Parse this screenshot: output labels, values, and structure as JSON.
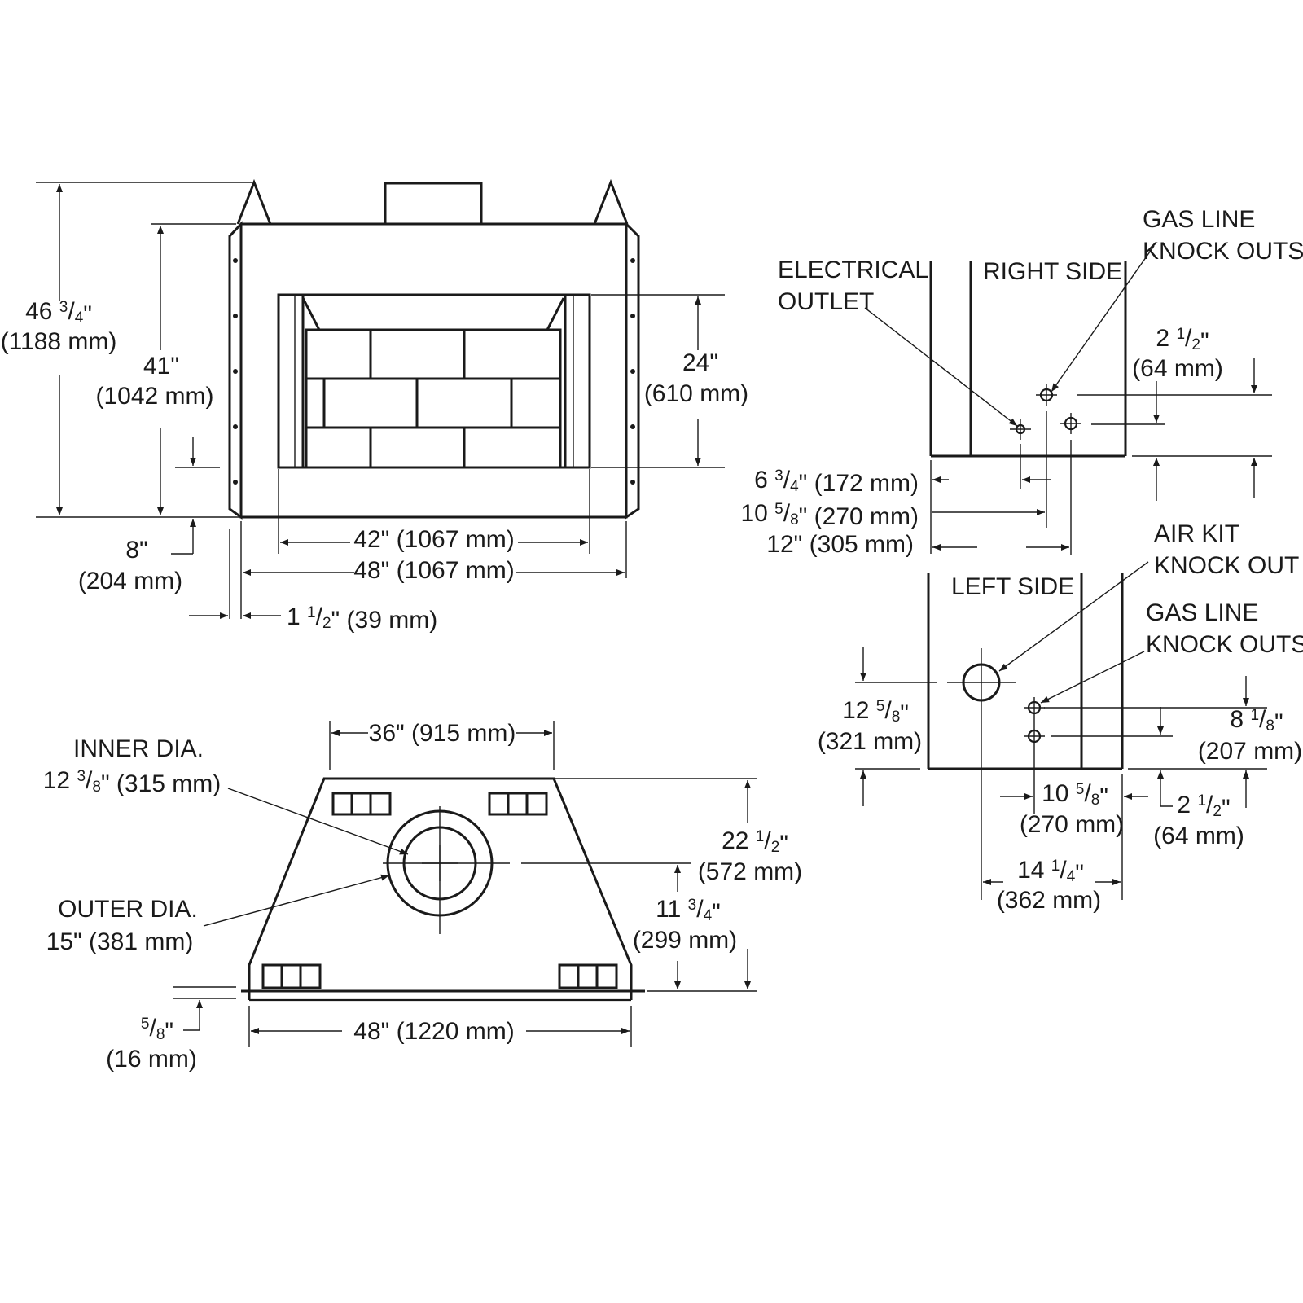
{
  "front_view": {
    "height_overall": "46 3/4\"",
    "height_overall_mm": "(1188 mm)",
    "height_body": "41\"",
    "height_body_mm": "(1042 mm)",
    "opening_height": "24\"",
    "opening_height_mm": "(610 mm)",
    "base_offset": "8\"",
    "base_offset_mm": "(204 mm)",
    "opening_width": "42\" (1067 mm)",
    "overall_width": "48\" (1067 mm)",
    "flange": "1 1/2\" (39 mm)"
  },
  "right_side": {
    "title": "RIGHT SIDE",
    "electrical_outlet": [
      "ELECTRICAL",
      "OUTLET"
    ],
    "gas_line": [
      "GAS LINE",
      "KNOCK OUTS"
    ],
    "vertical_offset": "2 1/2\"",
    "vertical_offset_mm": "(64 mm)",
    "dim_1": "6 3/4\" (172 mm)",
    "dim_2": "10 5/8\" (270 mm)",
    "dim_3": "12\" (305 mm)"
  },
  "left_side": {
    "title": "LEFT SIDE",
    "air_kit": [
      "AIR KIT",
      "KNOCK OUT"
    ],
    "gas_line": [
      "GAS LINE",
      "KNOCK OUTS"
    ],
    "air_kit_height": "12 5/8\"",
    "air_kit_height_mm": "(321 mm)",
    "gas_height": "8 1/8\"",
    "gas_height_mm": "(207 mm)",
    "gas_offset": "10 5/8\"",
    "gas_offset_mm": "(270 mm)",
    "gas_spacing": "2 1/2\"",
    "gas_spacing_mm": "(64 mm)",
    "air_kit_offset": "14 1/4\"",
    "air_kit_offset_mm": "(362 mm)"
  },
  "top_view": {
    "back_width": "36\" (915 mm)",
    "inner_dia": [
      "INNER DIA.",
      "12 3/8\" (315 mm)"
    ],
    "outer_dia": [
      "OUTER DIA.",
      "15\" (381 mm)"
    ],
    "depth": "22 1/2\"",
    "depth_mm": "(572 mm)",
    "flue_center": "11 3/4\"",
    "flue_center_mm": "(299 mm)",
    "front_width": "48\" (1220 mm)",
    "nailing_flange": "5/8\"",
    "nailing_flange_mm": "(16 mm)"
  }
}
